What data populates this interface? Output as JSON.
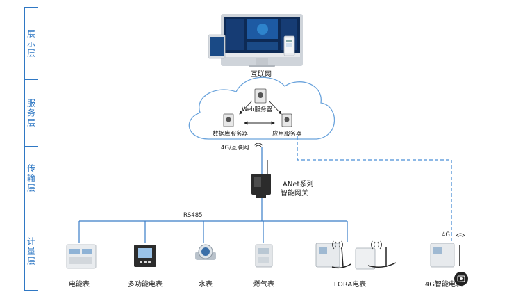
{
  "layers": [
    {
      "label": "展示层"
    },
    {
      "label": "服务层"
    },
    {
      "label": "传输层"
    },
    {
      "label": "计量层"
    }
  ],
  "display": {
    "internet_label": "互联网"
  },
  "service": {
    "web_server": "Web服务器",
    "db_server": "数据库服务器",
    "app_server": "应用服务器"
  },
  "transport": {
    "network_label": "4G/互联网",
    "gateway_line1": "ANet系列",
    "gateway_line2": "智能网关"
  },
  "metering": {
    "bus_label": "RS485",
    "fourg_label": "4G",
    "devices": [
      {
        "label": "电能表"
      },
      {
        "label": "多功能电表"
      },
      {
        "label": "水表"
      },
      {
        "label": "燃气表"
      },
      {
        "label": "LORA电表"
      },
      {
        "label": "4G智能电表"
      }
    ]
  },
  "colors": {
    "layer_border": "#2f78c4",
    "line": "#3a7dc8",
    "dashed": "#4a8fd6",
    "cloud": "#6aa3dc"
  },
  "icons": [
    "monitor-icon",
    "tablet-icon",
    "phone-icon",
    "server-icon",
    "gateway-icon",
    "meter-icon",
    "wifi-icon",
    "image-badge-icon"
  ]
}
